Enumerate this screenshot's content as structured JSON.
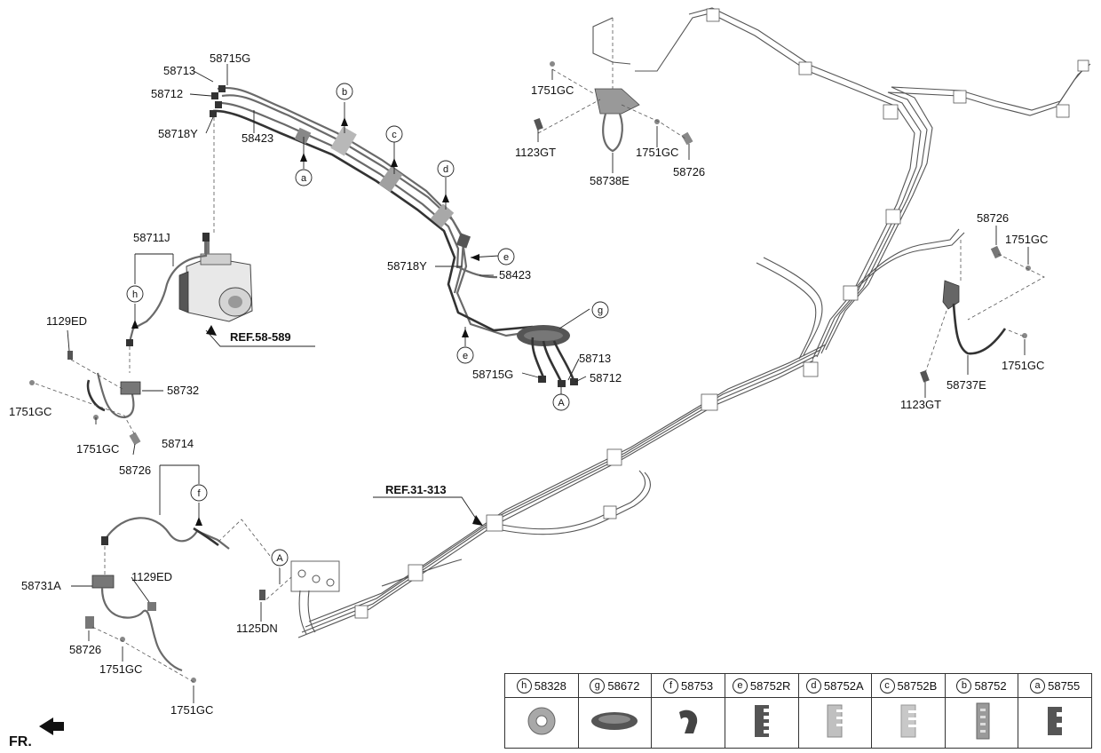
{
  "title_note": "FR.",
  "references": {
    "abs_ref": "REF.58-589",
    "tank_ref": "REF.31-313"
  },
  "part_labels": {
    "p58715G_top": "58715G",
    "p58713_top": "58713",
    "p58712_top": "58712",
    "p58718Y_top": "58718Y",
    "p58423_top": "58423",
    "p58711J": "58711J",
    "p1129ED_top": "1129ED",
    "p58732": "58732",
    "p1751GC_left1": "1751GC",
    "p1751GC_left2": "1751GC",
    "p58726_left": "58726",
    "p58714": "58714",
    "p58731A": "58731A",
    "p1129ED_bot": "1129ED",
    "p58726_bot": "58726",
    "p1751GC_bot1": "1751GC",
    "p1751GC_bot2": "1751GC",
    "p1125DN": "1125DN",
    "p58718Y_mid": "58718Y",
    "p58423_mid": "58423",
    "p58715G_mid": "58715G",
    "p58713_mid": "58713",
    "p58712_mid": "58712",
    "p1751GC_tr1": "1751GC",
    "p1123GT_tr": "1123GT",
    "p1751GC_tr2": "1751GC",
    "p58726_tr": "58726",
    "p58738E": "58738E",
    "p58726_r": "58726",
    "p1751GC_r1": "1751GC",
    "p1751GC_r2": "1751GC",
    "p58737E": "58737E",
    "p1123GT_r": "1123GT"
  },
  "callouts": {
    "a": "a",
    "b": "b",
    "c": "c",
    "d": "d",
    "e1": "e",
    "e2": "e",
    "f": "f",
    "g": "g",
    "h": "h",
    "A1": "A",
    "A2": "A"
  },
  "legend": {
    "items": [
      {
        "letter": "h",
        "part": "58328",
        "icon": "grommet-icon",
        "color": "#a8a8a8"
      },
      {
        "letter": "g",
        "part": "58672",
        "icon": "oval-grommet-icon",
        "color": "#555555"
      },
      {
        "letter": "f",
        "part": "58753",
        "icon": "clip-icon",
        "color": "#444444"
      },
      {
        "letter": "e",
        "part": "58752R",
        "icon": "tube-clip-icon",
        "color": "#555555"
      },
      {
        "letter": "d",
        "part": "58752A",
        "icon": "tube-clip-icon",
        "color": "#c0c0c0"
      },
      {
        "letter": "c",
        "part": "58752B",
        "icon": "tube-clip-icon",
        "color": "#c8c8c8"
      },
      {
        "letter": "b",
        "part": "58752",
        "icon": "tube-clip-icon",
        "color": "#9a9a9a"
      },
      {
        "letter": "a",
        "part": "58755",
        "icon": "tube-clip-icon",
        "color": "#555555"
      }
    ]
  }
}
